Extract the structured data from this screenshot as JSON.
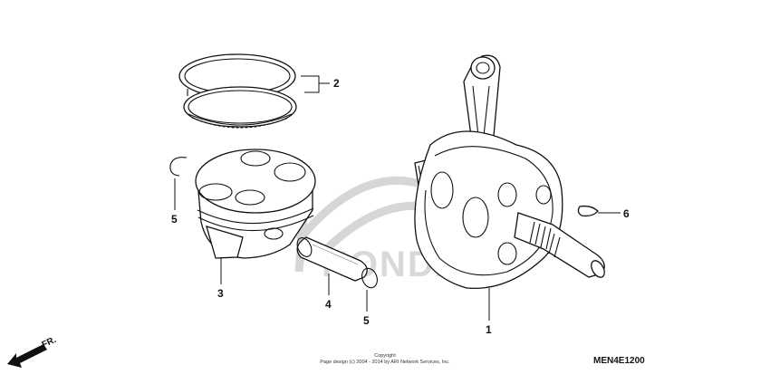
{
  "diagram": {
    "watermark_text": "HONDA",
    "callouts": [
      {
        "id": "2",
        "label": "2"
      },
      {
        "id": "5a",
        "label": "5"
      },
      {
        "id": "3",
        "label": "3"
      },
      {
        "id": "4",
        "label": "4"
      },
      {
        "id": "5b",
        "label": "5"
      },
      {
        "id": "1",
        "label": "1"
      },
      {
        "id": "6",
        "label": "6"
      }
    ],
    "direction_label": "FR.",
    "copyright_line1": "Copyright",
    "copyright_line2": "Page design (c) 2004 - 2014 by ARI Network Services, Inc.",
    "diagram_code": "MEN4E1200"
  }
}
